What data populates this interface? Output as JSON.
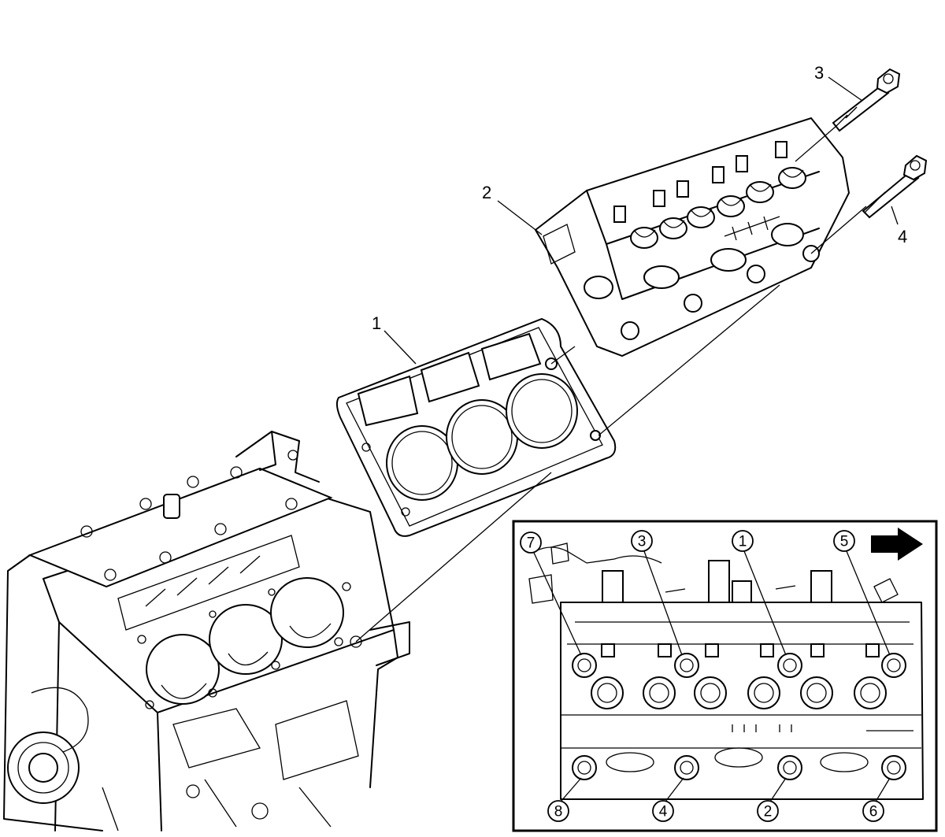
{
  "diagram": {
    "callouts": [
      {
        "id": "gasket",
        "label": "1"
      },
      {
        "id": "cylinder-head",
        "label": "2"
      },
      {
        "id": "bolt-upper",
        "label": "3"
      },
      {
        "id": "bolt-lower",
        "label": "4"
      }
    ],
    "inset": {
      "direction": "arrow-right-icon",
      "sequence_top": [
        "7",
        "3",
        "1",
        "5"
      ],
      "sequence_bottom": [
        "8",
        "4",
        "2",
        "6"
      ]
    }
  }
}
